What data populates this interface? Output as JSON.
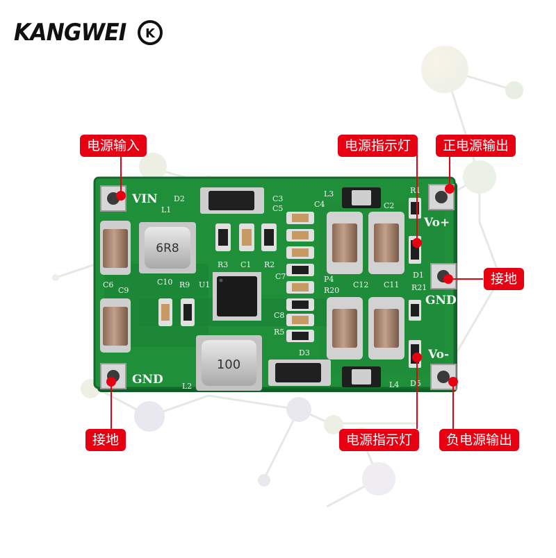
{
  "brand": {
    "logo_text": "KANGWEI",
    "logo_mark": "K"
  },
  "colors": {
    "pcb": "#1f8f3a",
    "pcb_dark": "#137030",
    "callout": "#e60012",
    "pad": "#d7d7d7"
  },
  "callouts": {
    "power_input": "电源输入",
    "power_indicator_top": "电源指示灯",
    "positive_output": "正电源输出",
    "ground_right": "接地",
    "ground_left": "接地",
    "power_indicator_bottom": "电源指示灯",
    "negative_output": "负电源输出"
  },
  "silkscreen": {
    "vin": "VIN",
    "gnd_left": "GND",
    "gnd_right": "GND",
    "vo_plus": "Vo+",
    "vo_minus": "Vo-",
    "d2": "D2",
    "l1": "L1",
    "c3": "C3",
    "c5": "C5",
    "l3": "L3",
    "c4": "C4",
    "r1": "R1",
    "c2": "C2",
    "r3": "R3",
    "c1": "C1",
    "r2": "R2",
    "c7": "C7",
    "p4": "P4",
    "r20": "R20",
    "c12": "C12",
    "c11": "C11",
    "r21": "R21",
    "d1": "D1",
    "c10": "C10",
    "r9": "R9",
    "u1": "U1",
    "c6": "C6",
    "c9": "C9",
    "c8": "C8",
    "r5": "R5",
    "d3": "D3",
    "l2": "L2",
    "l4": "L4",
    "d5": "D5"
  },
  "inductor_marks": {
    "l1": "6R8",
    "l2": "100"
  }
}
